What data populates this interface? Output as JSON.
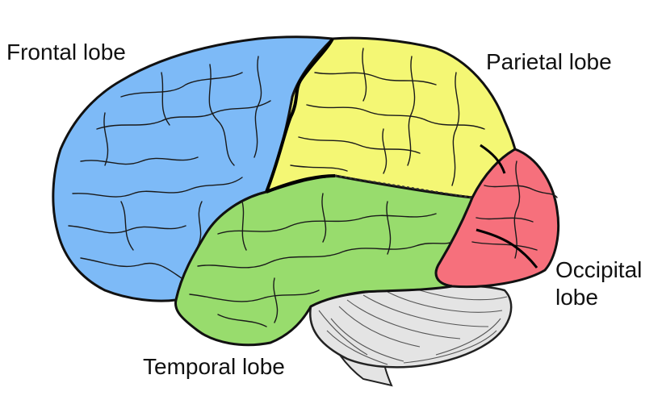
{
  "diagram": {
    "lobes": [
      {
        "id": "frontal",
        "label": "Frontal lobe",
        "color": "#7dbaf7"
      },
      {
        "id": "parietal",
        "label": "Parietal lobe",
        "color": "#f4f774"
      },
      {
        "id": "temporal",
        "label": "Temporal lobe",
        "color": "#98dc6d"
      },
      {
        "id": "occipital",
        "label_line1": "Occipital",
        "label_line2": "lobe",
        "color": "#f6707c"
      }
    ],
    "cerebellum_color": "#e4e4e4",
    "outline_color": "#111111"
  }
}
